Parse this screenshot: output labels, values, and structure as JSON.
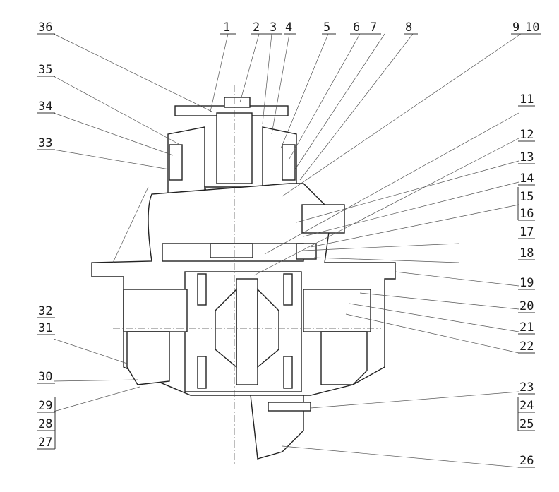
{
  "diagram": {
    "labels": [
      {
        "text": "36"
      },
      {
        "text": "1"
      },
      {
        "text": "2"
      },
      {
        "text": "3"
      },
      {
        "text": "4"
      },
      {
        "text": "5"
      },
      {
        "text": "6"
      },
      {
        "text": "7"
      },
      {
        "text": "8"
      },
      {
        "text": "9"
      },
      {
        "text": "10"
      },
      {
        "text": "35"
      },
      {
        "text": "11"
      },
      {
        "text": "34"
      },
      {
        "text": "12"
      },
      {
        "text": "33"
      },
      {
        "text": "13"
      },
      {
        "text": "14"
      },
      {
        "text": "15"
      },
      {
        "text": "16"
      },
      {
        "text": "17"
      },
      {
        "text": "18"
      },
      {
        "text": "19"
      },
      {
        "text": "20"
      },
      {
        "text": "32"
      },
      {
        "text": "21"
      },
      {
        "text": "31"
      },
      {
        "text": "22"
      },
      {
        "text": "30"
      },
      {
        "text": "23"
      },
      {
        "text": "29"
      },
      {
        "text": "24"
      },
      {
        "text": "28"
      },
      {
        "text": "25"
      },
      {
        "text": "27"
      },
      {
        "text": "26"
      }
    ]
  }
}
